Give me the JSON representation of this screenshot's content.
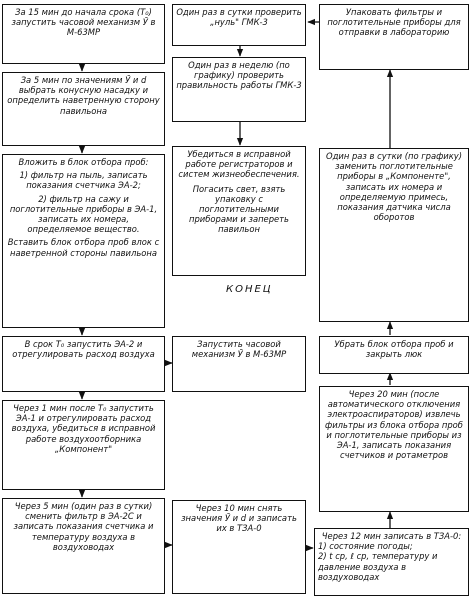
{
  "boxes": {
    "b1": "За 15 мин до начала срока (T₀) запустить часовой механизм Ӯ в М-63МР",
    "b2": "За 5 мин по значениям Ӯ и d выбрать конусную насадку и определить наветренную сторону павильона",
    "b3a": "Вложить в блок отбора проб:",
    "b3b": "1) фильтр на пыль, записать показания счетчика ЭА-2;",
    "b3c": "2) фильтр на сажу и поглотительные приборы в ЭА-1, записать их номера, определяемое вещество.",
    "b3d": "Вставить блок отбора проб влок с наветренной стороны павильона",
    "b4": "В срок T₀ запустить ЭА-2 и отрегулировать расход воздуха",
    "b5": "Через 1 мин после T₀ запустить ЭА-1 и отрегулировать расход воздуха, убедиться в исправной работе воздухоотборника „Компонент\"",
    "b6": "Через 5 мин (один раз в сутки) сменить фильтр в ЭА-2С и записать показания счетчика и температуру воздуха в воздуховодах",
    "c1": "Один раз в сутки проверить „нуль\" ГМК-3",
    "c2": "Один раз в неделю (по графику) проверить правильность работы ГМК-3",
    "c3a": "Убедиться в исправной работе регистраторов и систем жизнеобеспечения.",
    "c3b": "Погасить свет, взять упаковку с поглотительными приборами и запереть павильон",
    "c4": "Запустить часовой механизм Ӯ в М-63МР",
    "c5": "Через 10 мин снять значения Ӯ и d и записать их в ТЗА-0",
    "r1": "Упаковать фильтры и поглотительные приборы для отправки в лабораторию",
    "r2": "Один раз в сутки (по графику) заменить поглотительные приборы в „Компоненте\", записать их номера и определяемую примесь, показания датчика числа оборотов",
    "r3": "Убрать блок отбора проб и закрыть люк",
    "r4": "Через 20 мин (после автоматического отключения электроаспираторов) извлечь фильтры из блока отбора проб и поглотительные приборы из ЭА-1, записать показания счетчиков и ротаметров",
    "r5a": "Через 12 мин записать в ТЗА-0:",
    "r5b": "1) состояние погоды;",
    "r5c": "2) t ср, ℓ ср, температуру и давление воздуха в воздуховодах"
  },
  "end_label": "КОНЕЦ"
}
